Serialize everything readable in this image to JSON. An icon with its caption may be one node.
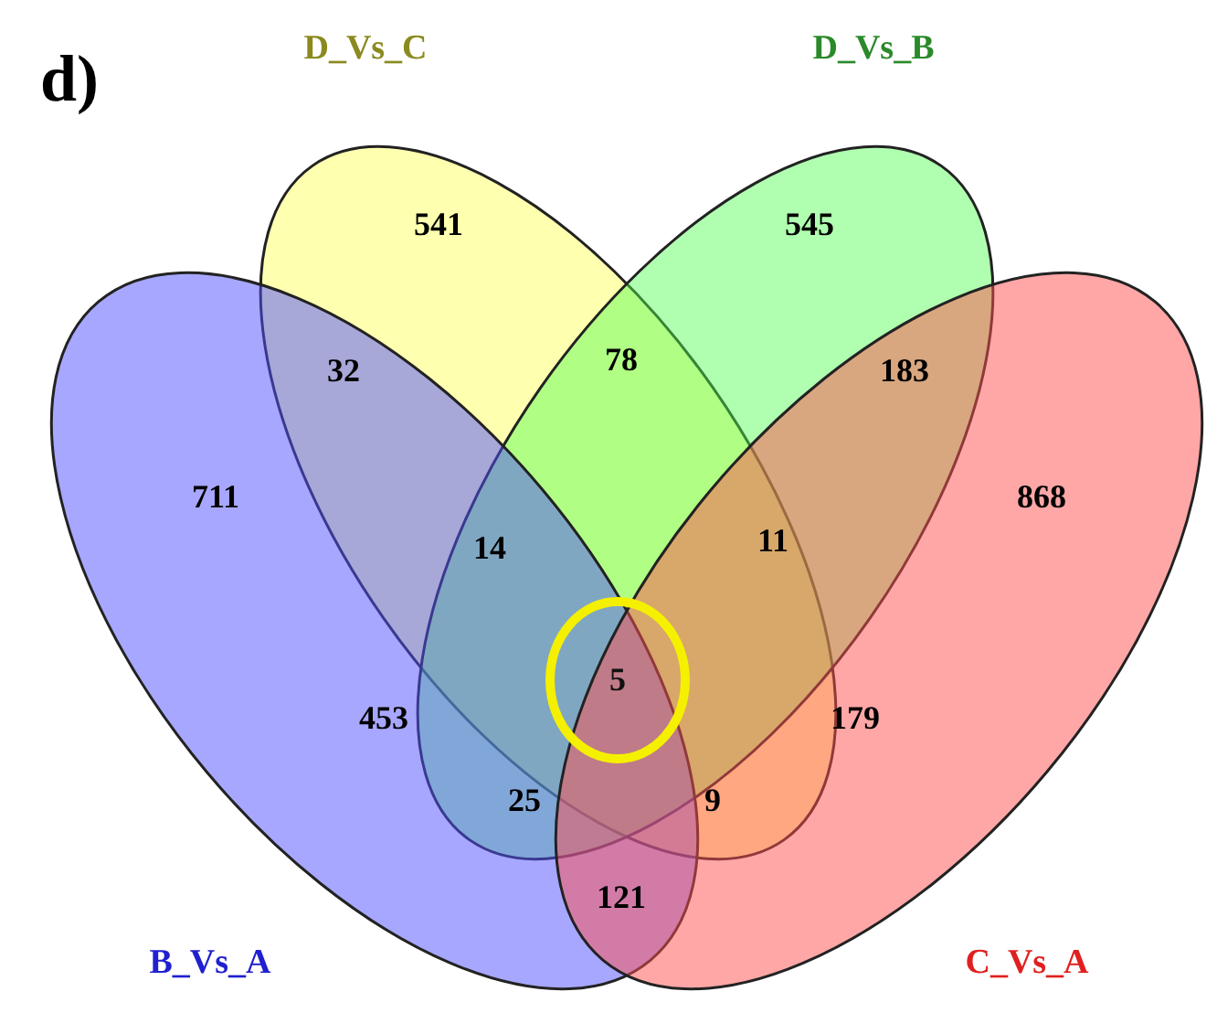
{
  "diagram": {
    "nodes": [
      {
        "text": [
          "D_Vs_C"
        ]
      },
      {
        "text": [
          "D_Vs_B"
        ]
      },
      {
        "text": [
          "B_Vs_A"
        ]
      },
      {
        "text": [
          "C_Vs_A"
        ]
      },
      {
        "text": [
          "5"
        ]
      }
    ],
    "edges": [],
    "labels": [
      "d)",
      "541",
      "545",
      "32",
      "78",
      "183",
      "711",
      "14",
      "11",
      "868",
      "453",
      "179",
      "25",
      "9",
      "121"
    ]
  }
}
